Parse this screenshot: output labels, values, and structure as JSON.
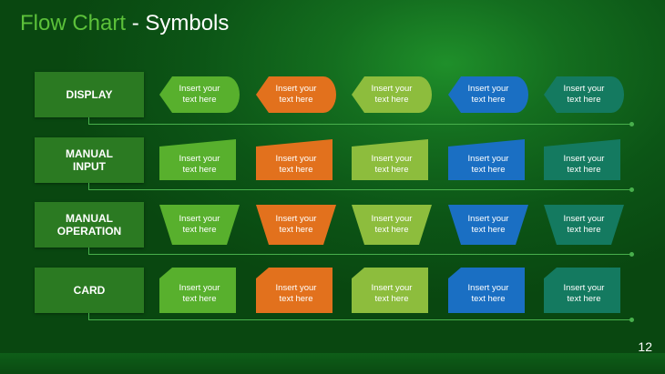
{
  "title": {
    "accent": "Flow Chart",
    "rest": " - Symbols"
  },
  "page_number": "12",
  "colors": {
    "green": "#58b02d",
    "orange": "#e2711d",
    "lime": "#8dbd3d",
    "blue": "#1a6fc3",
    "teal": "#147a60",
    "label_bg": "#2b7a22",
    "connector": "#48b04c"
  },
  "rows": [
    {
      "label": "DISPLAY",
      "shape": "display",
      "items": [
        {
          "text": "Insert your\ntext  here",
          "color": "green"
        },
        {
          "text": "Insert your\ntext  here",
          "color": "orange"
        },
        {
          "text": "Insert your\ntext  here",
          "color": "lime"
        },
        {
          "text": "Insert your\ntext  here",
          "color": "blue"
        },
        {
          "text": "Insert your\ntext  here",
          "color": "teal"
        }
      ]
    },
    {
      "label": "MANUAL\nINPUT",
      "shape": "manual-input",
      "items": [
        {
          "text": "Insert your\ntext  here",
          "color": "green"
        },
        {
          "text": "Insert your\ntext  here",
          "color": "orange"
        },
        {
          "text": "Insert your\ntext  here",
          "color": "lime"
        },
        {
          "text": "Insert your\ntext  here",
          "color": "blue"
        },
        {
          "text": "Insert your\ntext  here",
          "color": "teal"
        }
      ]
    },
    {
      "label": "MANUAL\nOPERATION",
      "shape": "manual-operation",
      "items": [
        {
          "text": "Insert your\ntext  here",
          "color": "green"
        },
        {
          "text": "Insert your\ntext  here",
          "color": "orange"
        },
        {
          "text": "Insert your\ntext  here",
          "color": "lime"
        },
        {
          "text": "Insert your\ntext  here",
          "color": "blue"
        },
        {
          "text": "Insert your\ntext  here",
          "color": "teal"
        }
      ]
    },
    {
      "label": "CARD",
      "shape": "card",
      "items": [
        {
          "text": "Insert your\ntext  here",
          "color": "green"
        },
        {
          "text": "Insert your\ntext  here",
          "color": "orange"
        },
        {
          "text": "Insert your\ntext  here",
          "color": "lime"
        },
        {
          "text": "Insert your\ntext  here",
          "color": "blue"
        },
        {
          "text": "Insert your\ntext  here",
          "color": "teal"
        }
      ]
    }
  ]
}
